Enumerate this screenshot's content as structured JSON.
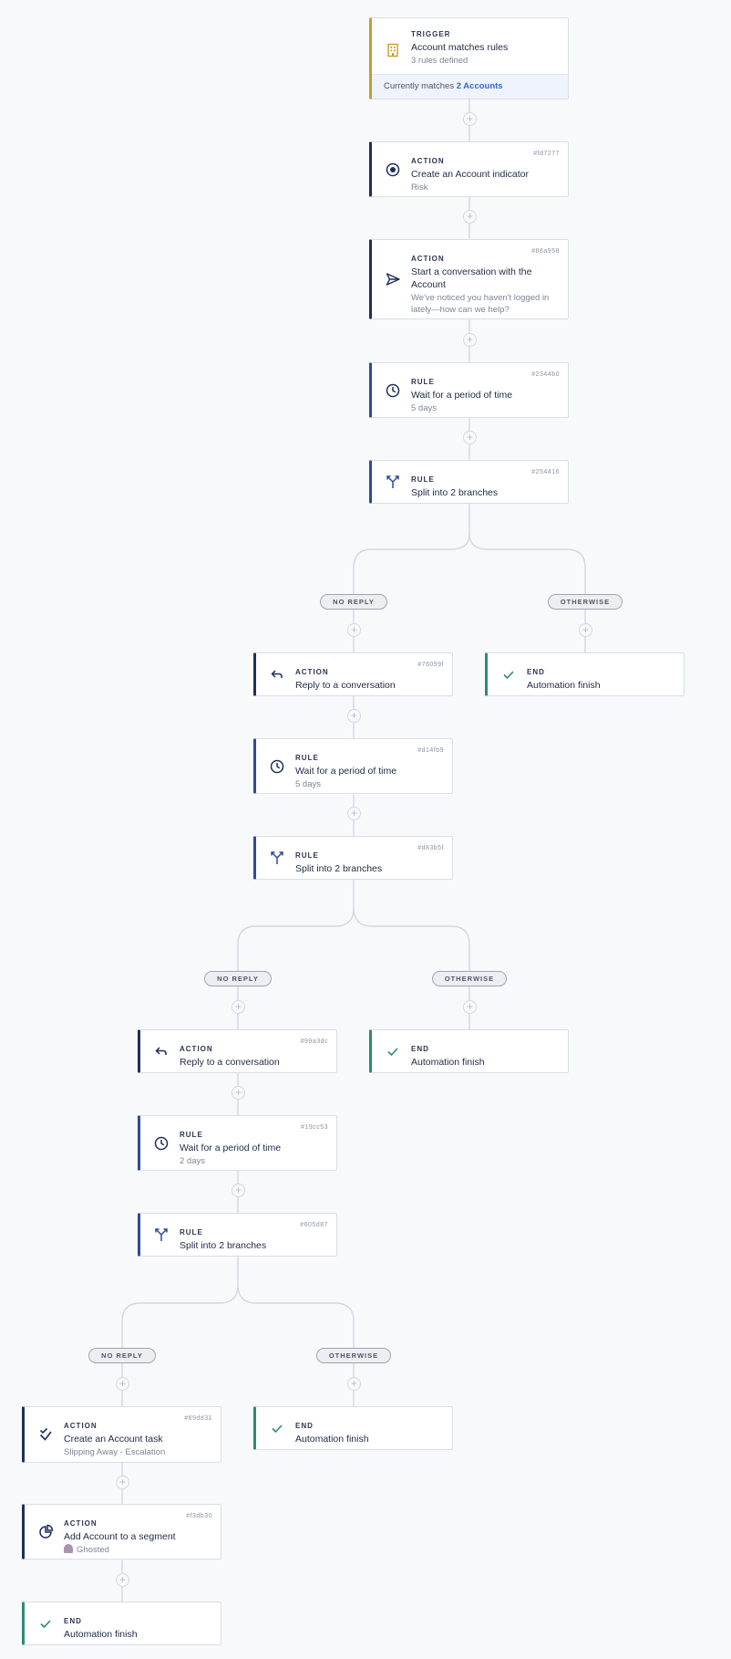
{
  "trigger": {
    "kind": "TRIGGER",
    "title": "Account matches rules",
    "sub": "3 rules defined",
    "match_prefix": "Currently matches ",
    "match_count": "2 Accounts",
    "icon": "building-icon"
  },
  "nodes": [
    {
      "kind": "ACTION",
      "title": "Create an Account indicator",
      "sub": "Risk",
      "id": "#fd7277",
      "icon": "indicator-icon"
    },
    {
      "kind": "ACTION",
      "title": "Start a conversation with the Account",
      "sub": "We've noticed you haven't logged in lately—how can we help?",
      "id": "#86a958",
      "icon": "send-icon"
    },
    {
      "kind": "RULE",
      "title": "Wait for a period of time",
      "sub": "5 days",
      "id": "#2344b0",
      "icon": "clock-icon"
    },
    {
      "kind": "RULE",
      "title": "Split into 2 branches",
      "id": "#254416",
      "icon": "split-icon"
    },
    {
      "kind": "ACTION",
      "title": "Reply to a conversation",
      "id": "#76099f",
      "icon": "reply-icon"
    },
    {
      "kind": "END",
      "title": "Automation finish",
      "icon": "check-icon"
    },
    {
      "kind": "RULE",
      "title": "Wait for a period of time",
      "sub": "5 days",
      "id": "#d14fb9",
      "icon": "clock-icon"
    },
    {
      "kind": "RULE",
      "title": "Split into 2 branches",
      "id": "#d83b5f",
      "icon": "split-icon"
    },
    {
      "kind": "ACTION",
      "title": "Reply to a conversation",
      "id": "#99a3dc",
      "icon": "reply-icon"
    },
    {
      "kind": "END",
      "title": "Automation finish",
      "icon": "check-icon"
    },
    {
      "kind": "RULE",
      "title": "Wait for a period of time",
      "sub": "2 days",
      "id": "#19cc53",
      "icon": "clock-icon"
    },
    {
      "kind": "RULE",
      "title": "Split into 2 branches",
      "id": "#605d87",
      "icon": "split-icon"
    },
    {
      "kind": "ACTION",
      "title": "Create an Account task",
      "sub": "Slipping Away - Escalation",
      "id": "#69dd31",
      "icon": "task-icon"
    },
    {
      "kind": "END",
      "title": "Automation finish",
      "icon": "check-icon"
    },
    {
      "kind": "ACTION",
      "title": "Add Account to a segment",
      "sub": "Ghosted",
      "sub_icon": "ghost-emoji-icon",
      "id": "#f3db30",
      "icon": "segment-icon"
    },
    {
      "kind": "END",
      "title": "Automation finish",
      "icon": "check-icon"
    }
  ],
  "branch_labels": [
    {
      "label": "NO REPLY"
    },
    {
      "label": "OTHERWISE"
    },
    {
      "label": "NO REPLY"
    },
    {
      "label": "OTHERWISE"
    },
    {
      "label": "NO REPLY"
    },
    {
      "label": "OTHERWISE"
    }
  ],
  "add_step_symbol": "+",
  "colors": {
    "action_border": "#1f2f5c",
    "rule_border": "#2d4a9c",
    "end_border": "#2f8a74",
    "trigger_border": "#c99a2e",
    "link": "#2f6bd8",
    "connector": "#d3d8e0"
  }
}
